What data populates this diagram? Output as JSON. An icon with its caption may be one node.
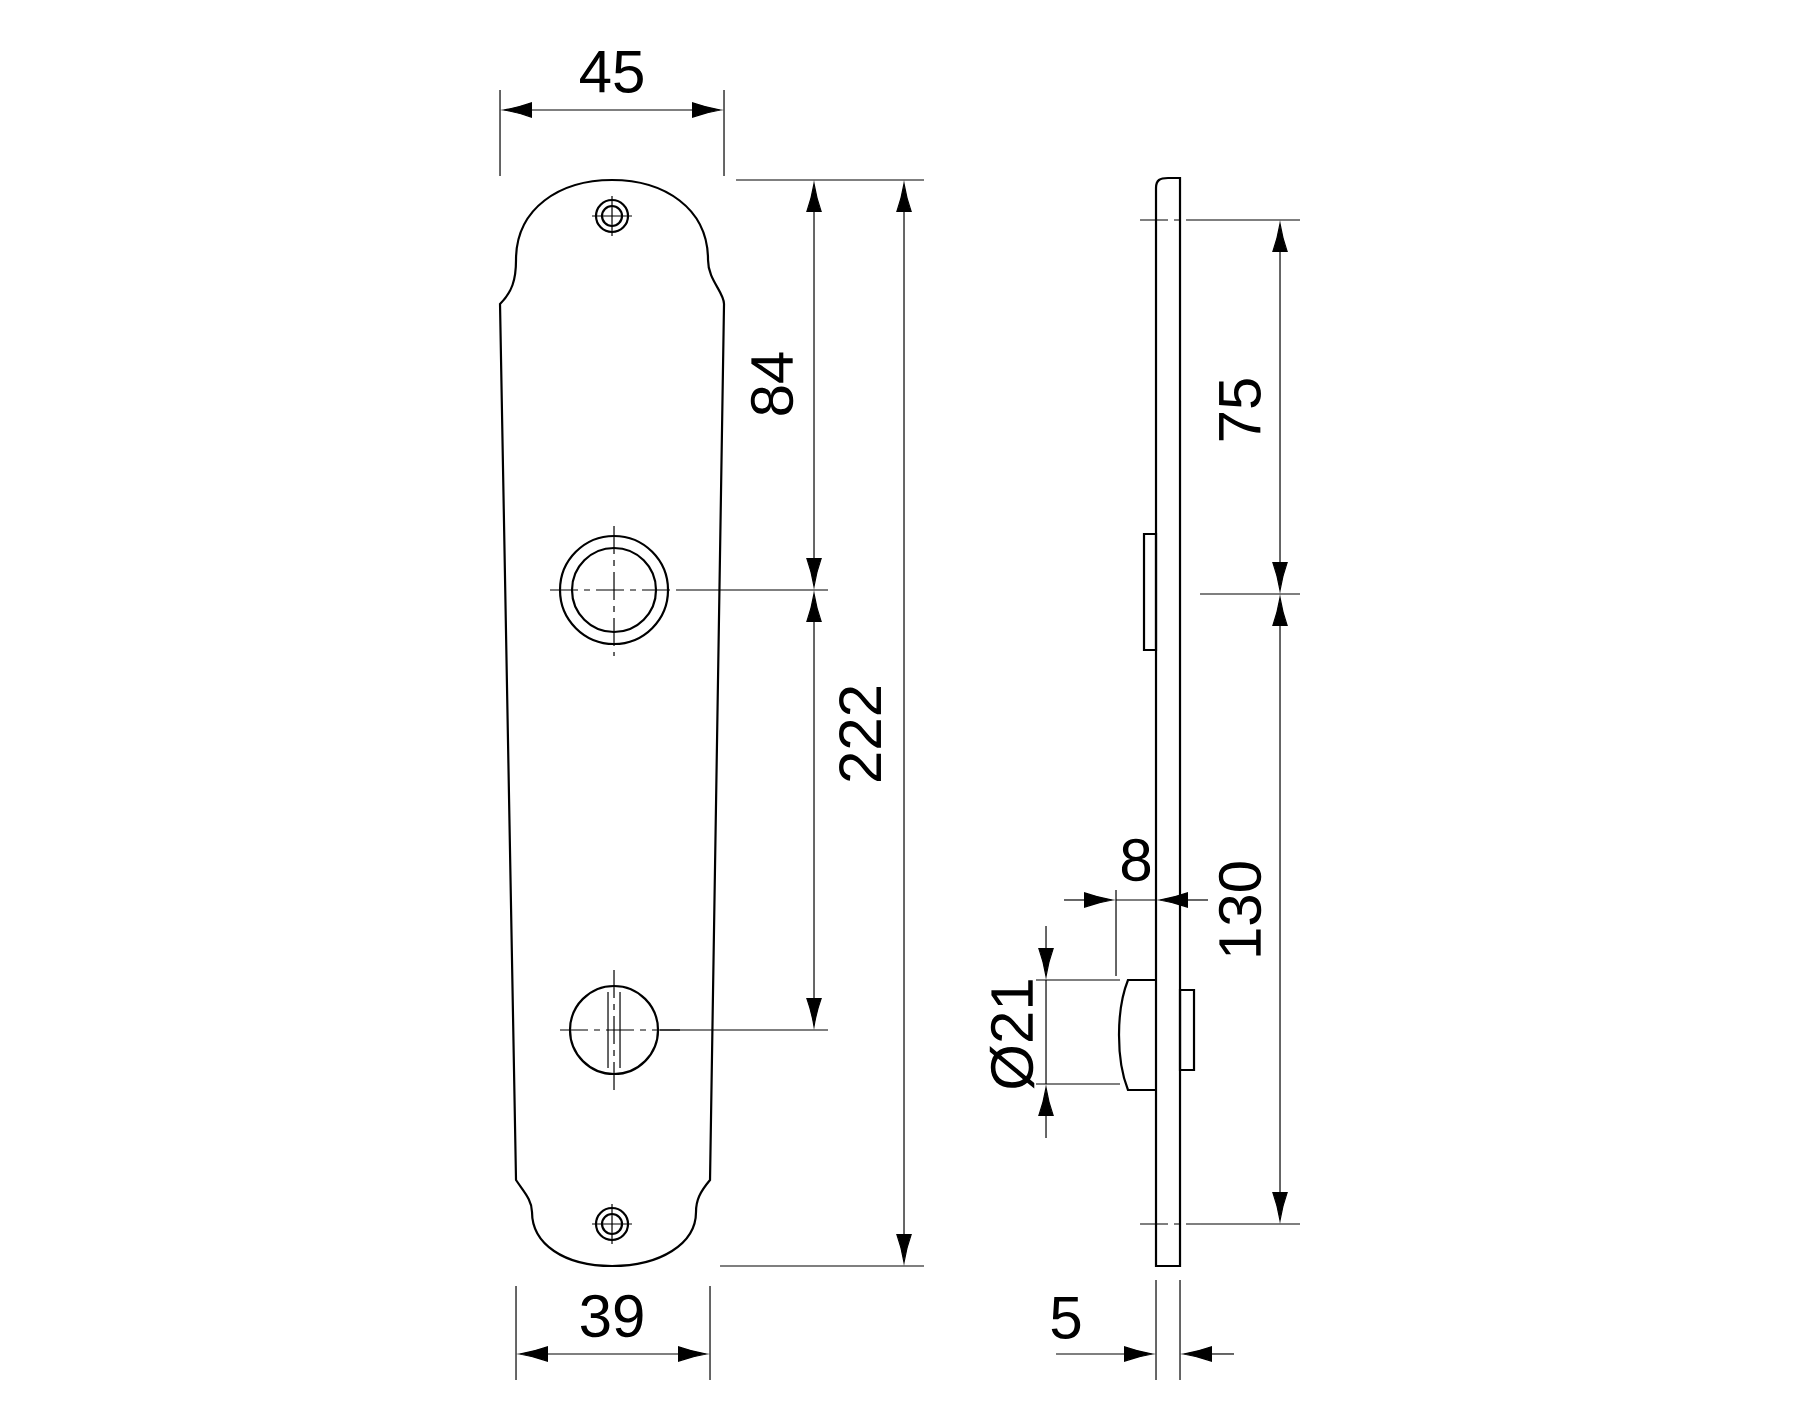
{
  "diagram": {
    "labels": [
      "45",
      "84",
      "75",
      "222",
      "8",
      "130",
      "Ø21",
      "39",
      "5"
    ]
  }
}
